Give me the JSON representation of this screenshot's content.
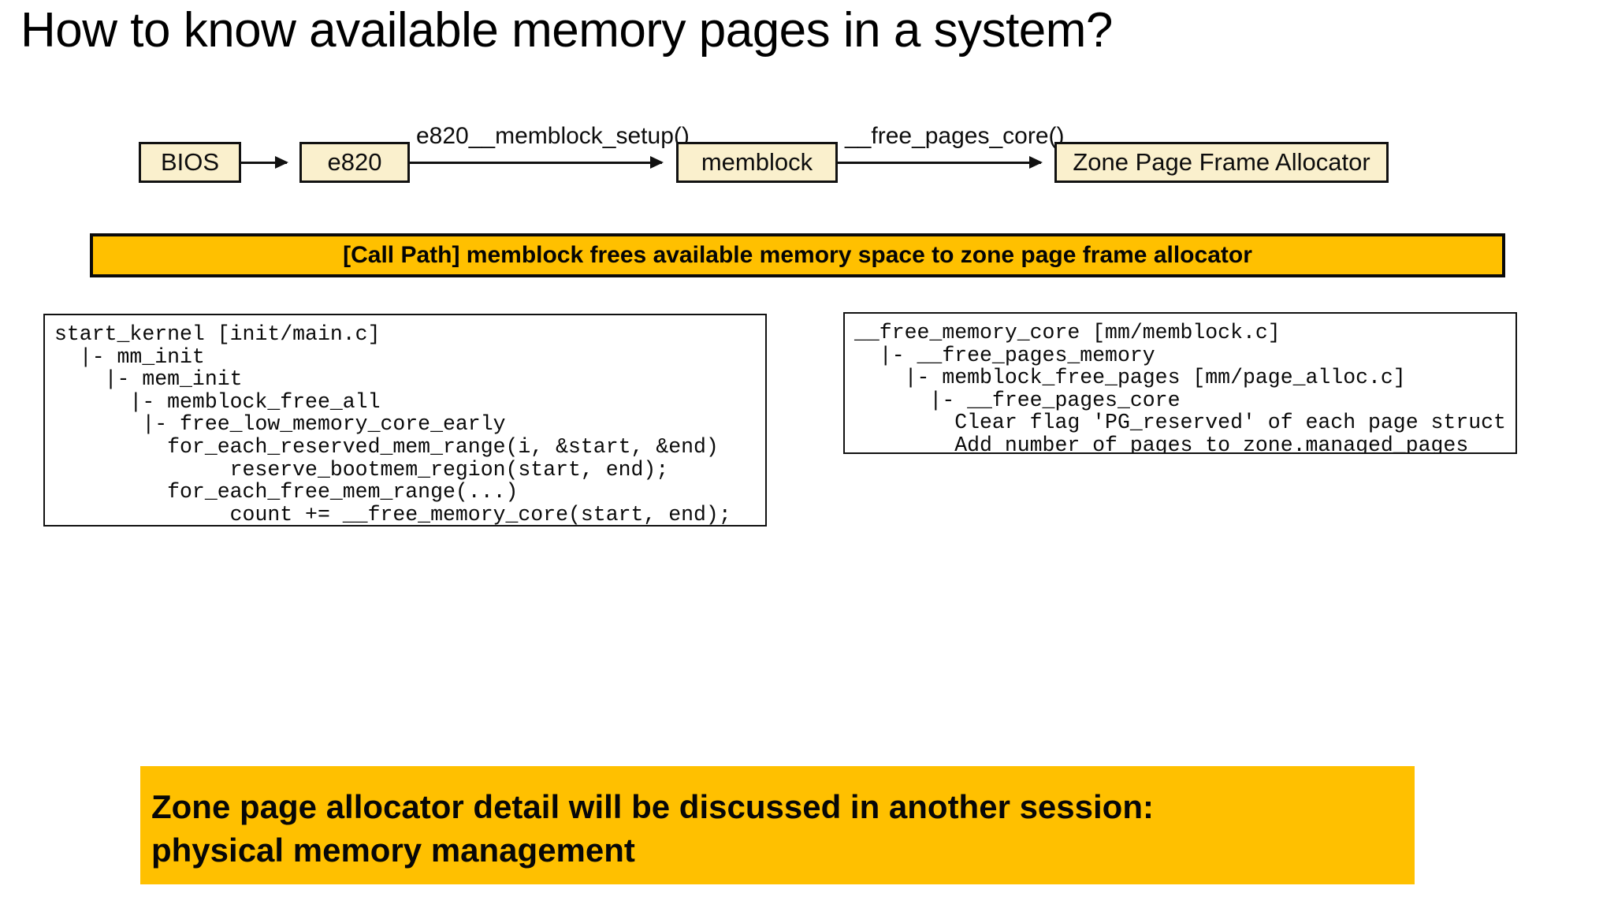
{
  "slide": {
    "title": "How to know available memory pages in a system?"
  },
  "flow_diagram": {
    "boxes": [
      {
        "id": "bios",
        "label": "BIOS"
      },
      {
        "id": "e820",
        "label": "e820"
      },
      {
        "id": "memblock",
        "label": "memblock"
      },
      {
        "id": "zone",
        "label": "Zone Page Frame Allocator"
      }
    ],
    "arrows": [
      {
        "id": "bios-to-e820",
        "label": ""
      },
      {
        "id": "e820-to-memblock",
        "label": "e820__memblock_setup()"
      },
      {
        "id": "memblock-to-zone",
        "label": "__free_pages_core()"
      }
    ]
  },
  "call_path_banner": {
    "text": "[Call Path] memblock frees available memory space to zone page frame allocator",
    "background_color": "#FFC000",
    "border_color": "#000000"
  },
  "code_blocks": {
    "left": {
      "name": "start_kernel call trace",
      "lines": [
        "start_kernel [init/main.c]",
        "  |- mm_init",
        "    |- mem_init",
        "      |- memblock_free_all",
        "       |- free_low_memory_core_early",
        "         for_each_reserved_mem_range(i, &start, &end)",
        "              reserve_bootmem_region(start, end);",
        "         for_each_free_mem_range(...)",
        "              count += __free_memory_core(start, end);"
      ]
    },
    "right": {
      "name": "__free_memory_core call trace",
      "lines": [
        "__free_memory_core [mm/memblock.c]",
        "  |- __free_pages_memory",
        "    |- memblock_free_pages [mm/page_alloc.c]",
        "      |- __free_pages_core",
        "        Clear flag 'PG_reserved' of each page struct",
        "        Add number of pages to zone.managed_pages"
      ]
    }
  },
  "bottom_note": {
    "line1": "Zone page allocator detail will be discussed in another session:",
    "line2": "physical memory management",
    "background_color": "#FFC000"
  },
  "colors": {
    "box_fill": "#FAF0CD",
    "box_border": "#111111",
    "highlight": "#FFC000",
    "text": "#000000",
    "page_background": "#FFFFFF"
  }
}
